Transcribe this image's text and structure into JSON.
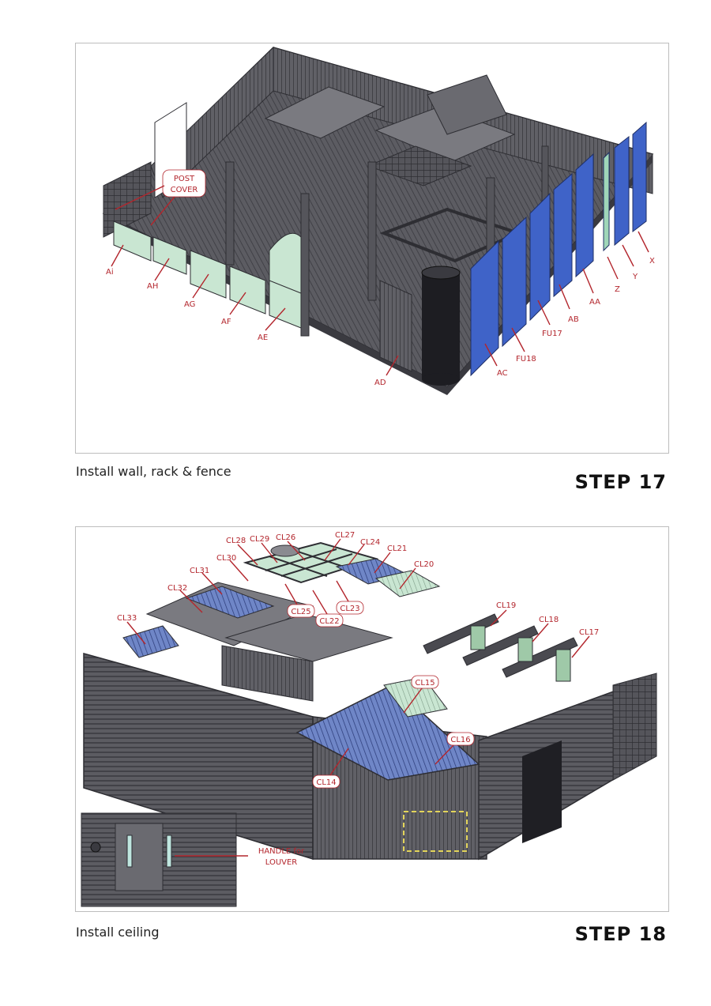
{
  "step17": {
    "caption": "Install wall, rack & fence",
    "step_label": "STEP 17",
    "callouts": {
      "post_cover_line1": "POST",
      "post_cover_line2": "COVER",
      "ai": "Ai",
      "ah": "AH",
      "ag": "AG",
      "af": "AF",
      "ae": "AE",
      "ad": "AD",
      "ac": "AC",
      "fu18": "FU18",
      "fu17": "FU17",
      "ab": "AB",
      "aa": "AA",
      "z": "Z",
      "y": "Y",
      "x": "X"
    }
  },
  "step18": {
    "caption": "Install ceiling",
    "step_label": "STEP 18",
    "callouts": {
      "cl14": "CL14",
      "cl15": "CL15",
      "cl16": "CL16",
      "cl17": "CL17",
      "cl18": "CL18",
      "cl19": "CL19",
      "cl20": "CL20",
      "cl21": "CL21",
      "cl22": "CL22",
      "cl23": "CL23",
      "cl24": "CL24",
      "cl25": "CL25",
      "cl26": "CL26",
      "cl27": "CL27",
      "cl28": "CL28",
      "cl29": "CL29",
      "cl30": "CL30",
      "cl31": "CL31",
      "cl32": "CL32",
      "cl33": "CL33"
    },
    "inset_label_line1": "HANDLE for",
    "inset_label_line2": "LOUVER"
  },
  "colors": {
    "structure": "#5c5c62",
    "structure_dark": "#3a3a40",
    "structure_light": "#7a7a80",
    "fence_blue": "#3f63c8",
    "panel_green": "#c9e6d2",
    "ceiling_blue": "#6f86c7",
    "leader_red": "#b3262d"
  }
}
